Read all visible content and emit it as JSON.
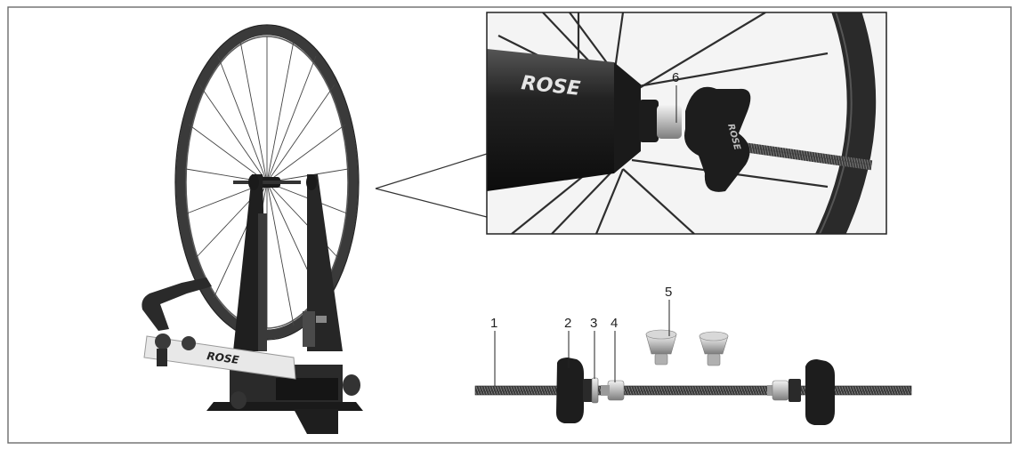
{
  "figure": {
    "callouts": [
      {
        "id": "1",
        "text": "1"
      },
      {
        "id": "2",
        "text": "2"
      },
      {
        "id": "3",
        "text": "3"
      },
      {
        "id": "4",
        "text": "4"
      },
      {
        "id": "5",
        "text": "5"
      },
      {
        "id": "6",
        "text": "6"
      }
    ],
    "brand_on_hub": "ROSE",
    "brand_on_stand": "ROSE",
    "brand_on_knob": "ROSE",
    "colors": {
      "frame": "#6b6b6b",
      "black_part": "#1a1a1a",
      "dark_grey": "#3a3a3a",
      "silver": "#c9c9c9",
      "white_arm": "#e8e8e8"
    }
  }
}
